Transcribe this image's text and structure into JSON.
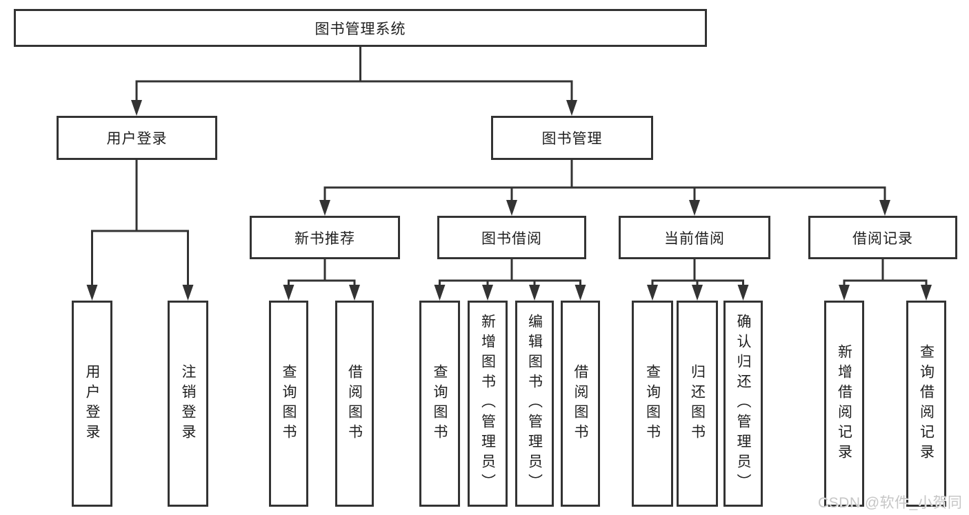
{
  "watermark": "CSDN @软件_小贺同学",
  "colors": {
    "line": "#333333",
    "box_border": "#333333",
    "text": "#1f1f1f",
    "watermark": "#c6c6c6",
    "background": "#ffffff"
  },
  "tree": {
    "root": {
      "label": "图书管理系统"
    },
    "level2": [
      {
        "label": "用户登录",
        "children": [
          {
            "label": "用户登录"
          },
          {
            "label": "注销登录"
          }
        ]
      },
      {
        "label": "图书管理",
        "children": [
          {
            "label": "新书推荐",
            "children": [
              {
                "label": "查询图书"
              },
              {
                "label": "借阅图书"
              }
            ]
          },
          {
            "label": "图书借阅",
            "children": [
              {
                "label": "查询图书"
              },
              {
                "label": "新增图书（管理员）"
              },
              {
                "label": "编辑图书（管理员）"
              },
              {
                "label": "借阅图书"
              }
            ]
          },
          {
            "label": "当前借阅",
            "children": [
              {
                "label": "查询图书"
              },
              {
                "label": "归还图书"
              },
              {
                "label": "确认归还（管理员）"
              }
            ]
          },
          {
            "label": "借阅记录",
            "children": [
              {
                "label": "新增借阅记录"
              },
              {
                "label": "查询借阅记录"
              }
            ]
          }
        ]
      }
    ]
  }
}
